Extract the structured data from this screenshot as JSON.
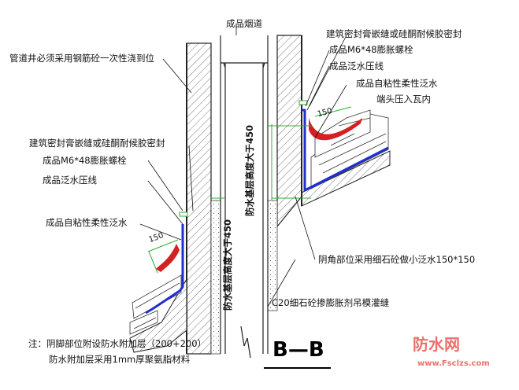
{
  "labels": {
    "flue": "成品烟道",
    "shaft_note": "管道井必须采用钢筋砼一次性浇到位",
    "sealant_left": "建筑密封膏嵌缝或硅酮耐候胶密封",
    "bolt_left": "成品M6*48膨胀螺栓",
    "strip_left": "成品泛水压线",
    "membrane_left": "成品自粘性柔性泛水",
    "sealant_right": "建筑密封膏嵌缝或硅酮耐候胶密封",
    "bolt_right": "成品M6*48膨胀螺栓",
    "strip_right": "成品泛水压线",
    "membrane_right": "成品自粘性柔性泛水",
    "tile_end": "端头压入瓦内",
    "corner_note": "阴角部位采用细石砼做小泛水150*150",
    "c20_note": "C20细石砼掺膨胀剂吊模灌缝",
    "vert_left": "防水基层高度大于450",
    "vert_right": "防水基层高度大于450",
    "dim_left": "150",
    "dim_right": "150",
    "note_1": "注：阴脚部位附设防水附加层（200+200）",
    "note_2": "防水附加层采用1mm厚聚氨脂材料",
    "section_title": "B—B",
    "watermark_text": "防水网",
    "watermark_url": "www.Fsclzs.com"
  },
  "colors": {
    "membrane": "#1f2fd0",
    "flashing": "#d42020",
    "dimension": "#2fae3a",
    "watermark": "#e8403a"
  }
}
